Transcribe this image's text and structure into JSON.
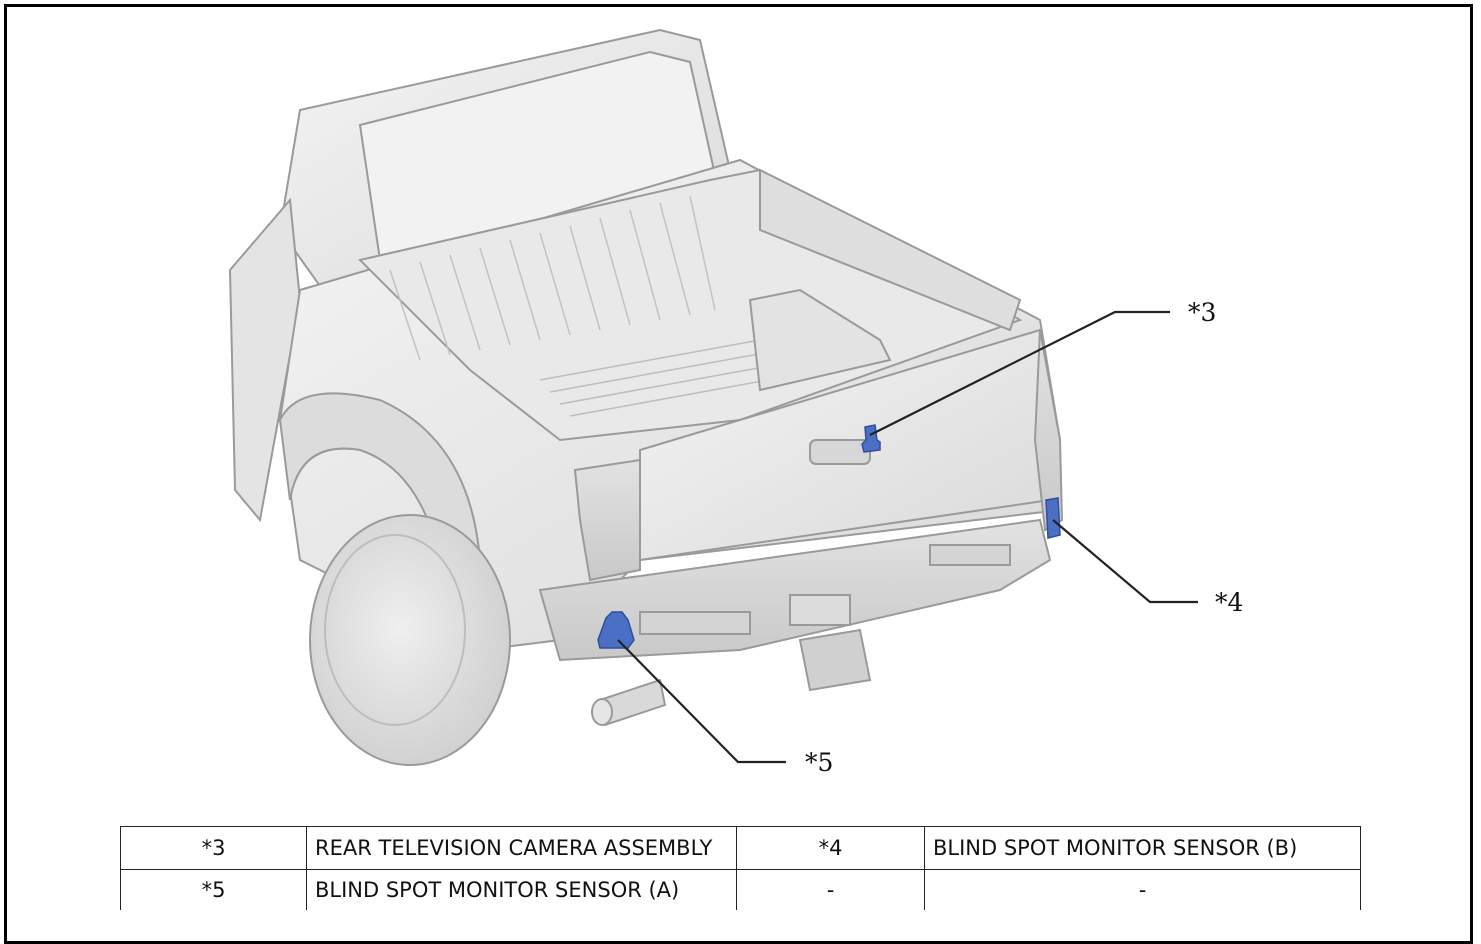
{
  "diagram": {
    "callouts": [
      {
        "id": "c3",
        "label": "*3"
      },
      {
        "id": "c4",
        "label": "*4"
      },
      {
        "id": "c5",
        "label": "*5"
      }
    ],
    "colors": {
      "body": "#eaeaea",
      "outline": "#9a9a9a",
      "highlight": "#4a6fc4",
      "leader": "#222222"
    }
  },
  "legend": {
    "rows": [
      {
        "code1": "*3",
        "desc1": "REAR TELEVISION CAMERA ASSEMBLY",
        "code2": "*4",
        "desc2": "BLIND SPOT MONITOR SENSOR (B)"
      },
      {
        "code1": "*5",
        "desc1": "BLIND SPOT MONITOR SENSOR (A)",
        "code2": "-",
        "desc2": "-"
      }
    ]
  }
}
